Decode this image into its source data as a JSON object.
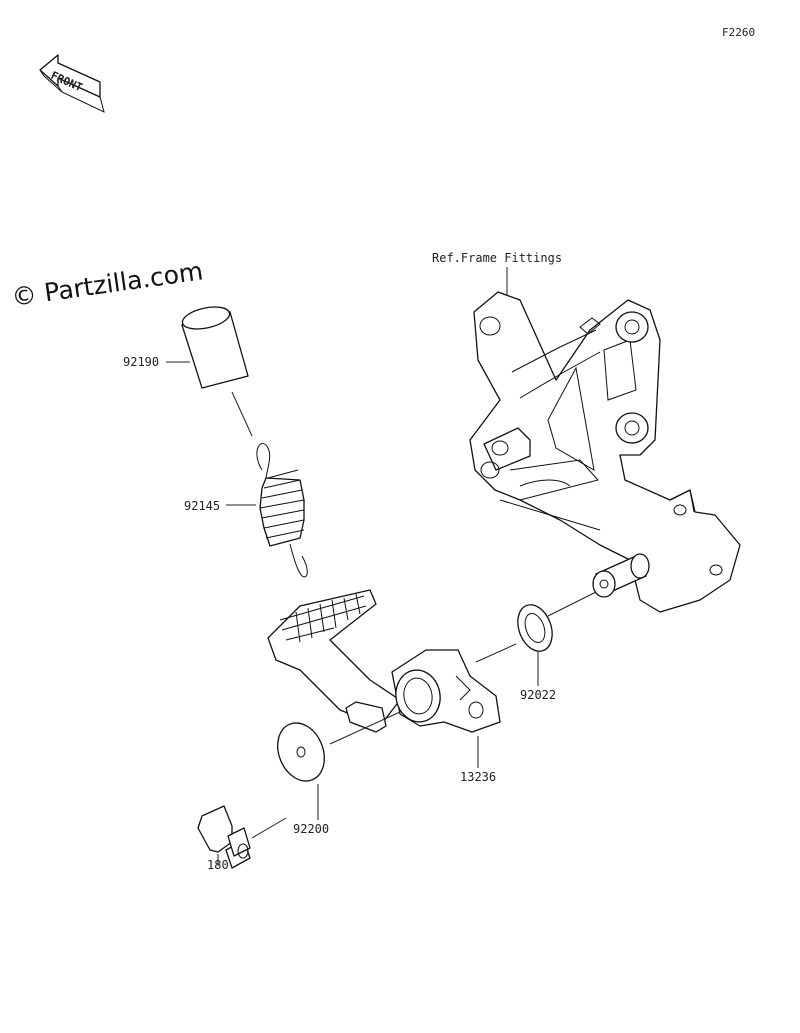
{
  "figure_code": "F2260",
  "watermark": "© Partzilla.com",
  "front_badge": "FRONT",
  "ref_label": "Ref.Frame Fittings",
  "parts": [
    {
      "id": "p92190",
      "number": "92190"
    },
    {
      "id": "p92145",
      "number": "92145"
    },
    {
      "id": "p92022",
      "number": "92022"
    },
    {
      "id": "p13236",
      "number": "13236"
    },
    {
      "id": "p92200",
      "number": "92200"
    },
    {
      "id": "p180",
      "number": "180"
    }
  ]
}
